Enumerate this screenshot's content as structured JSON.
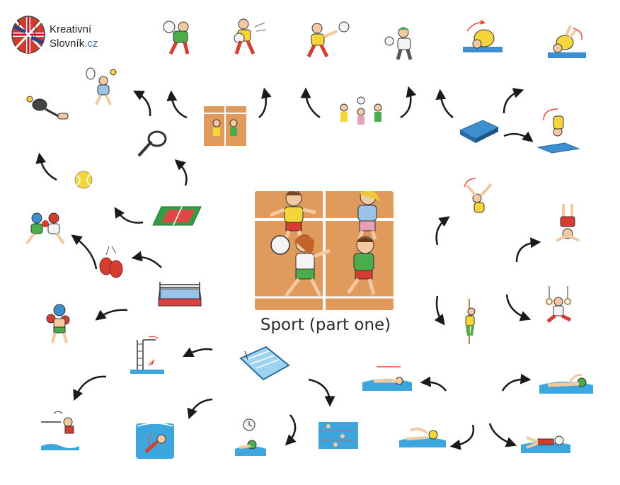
{
  "logo": {
    "name_line1": "Kreativní",
    "name_line2": "Slovník",
    "name_tld": ".cz"
  },
  "title": "Sport (part one)",
  "colors": {
    "court": "#e09a5c",
    "arrow": "#1a1a1a",
    "mat": "#3e8fd0",
    "water": "#3da6dd",
    "tennis_court": "#2f9e45",
    "ring": "#d9433f"
  },
  "illustrations": [
    "brain-flag-logo-icon",
    "volleyball-spike-icon",
    "volleyball-hit-icon",
    "ball-throw-icon",
    "ball-catch-icon",
    "forward-roll-icon",
    "backflip-icon",
    "tennis-serve-icon",
    "tennis-racket-hit-icon",
    "dodgeball-court-icon",
    "dodgeball-group-icon",
    "gym-mat-icon",
    "mat-somersault-icon",
    "tennis-racket-icon",
    "tennis-ball-icon",
    "tennis-court-icon",
    "cartwheel-icon",
    "handstand-icon",
    "boxing-match-icon",
    "boxing-gloves-icon",
    "rope-climb-icon",
    "rings-gymnast-icon",
    "boxing-ring-icon",
    "boxer-icon",
    "diving-tower-icon",
    "swimming-pool-icon",
    "backstroke-swimmer-icon",
    "freestyle-swimmer-icon",
    "diver-jump-icon",
    "underwater-diver-icon",
    "swimmer-breathing-icon",
    "swim-race-icon",
    "butterfly-swimmer-icon",
    "breaststroke-swimmer-icon"
  ]
}
